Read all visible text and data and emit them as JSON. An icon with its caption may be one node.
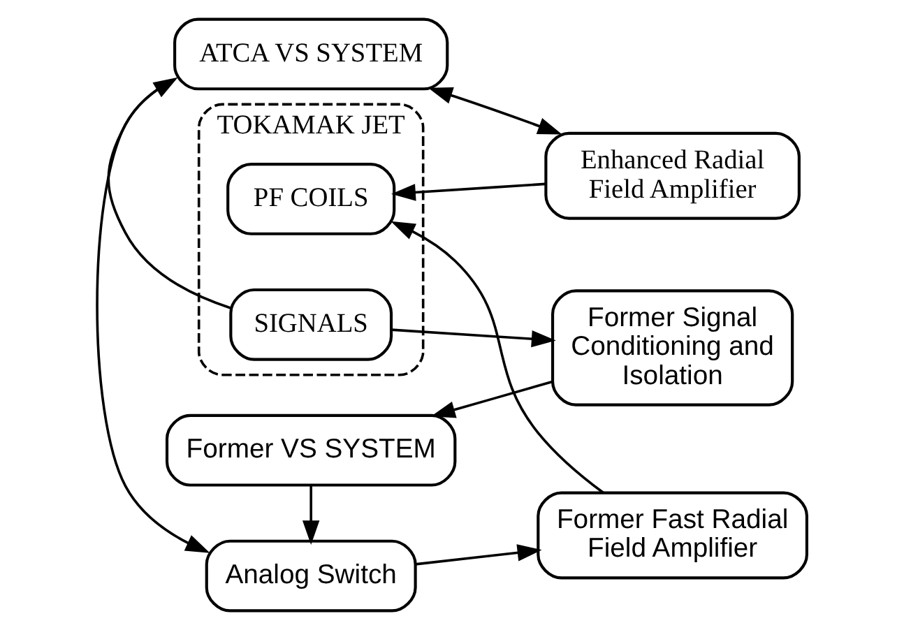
{
  "diagram": {
    "nodes": [
      {
        "text": [
          "ATCA VS SYSTEM"
        ]
      },
      {
        "text": [
          "Enhanced Radial Field Amplifier"
        ]
      },
      {
        "text": [
          "TOKAMAK JET"
        ]
      },
      {
        "text": [
          "PF COILS"
        ],
        "in": 2
      },
      {
        "text": [
          "Analog Switch"
        ]
      },
      {
        "text": [
          "Former Fast Radial Field Amplifier"
        ]
      },
      {
        "text": [
          "Former VS SYSTEM"
        ]
      },
      {
        "text": [
          "Former Signal Conditioning and Isolation"
        ]
      },
      {
        "text": [
          "SIGNALS"
        ],
        "in": 2
      }
    ],
    "edges": [
      {
        "from": 0,
        "to": 1,
        "arrow": "both"
      },
      {
        "from": 1,
        "to": 3,
        "arrow": "to"
      },
      {
        "from": 0,
        "to": 4,
        "arrow": "to"
      },
      {
        "from": 4,
        "to": 5,
        "arrow": "to"
      },
      {
        "from": 5,
        "to": 3,
        "arrow": "to"
      },
      {
        "from": 6,
        "to": 4,
        "arrow": "to"
      },
      {
        "from": 7,
        "to": 6,
        "arrow": "to"
      },
      {
        "from": 8,
        "to": 0,
        "arrow": "to"
      },
      {
        "from": 8,
        "to": 7,
        "arrow": "to"
      }
    ]
  }
}
